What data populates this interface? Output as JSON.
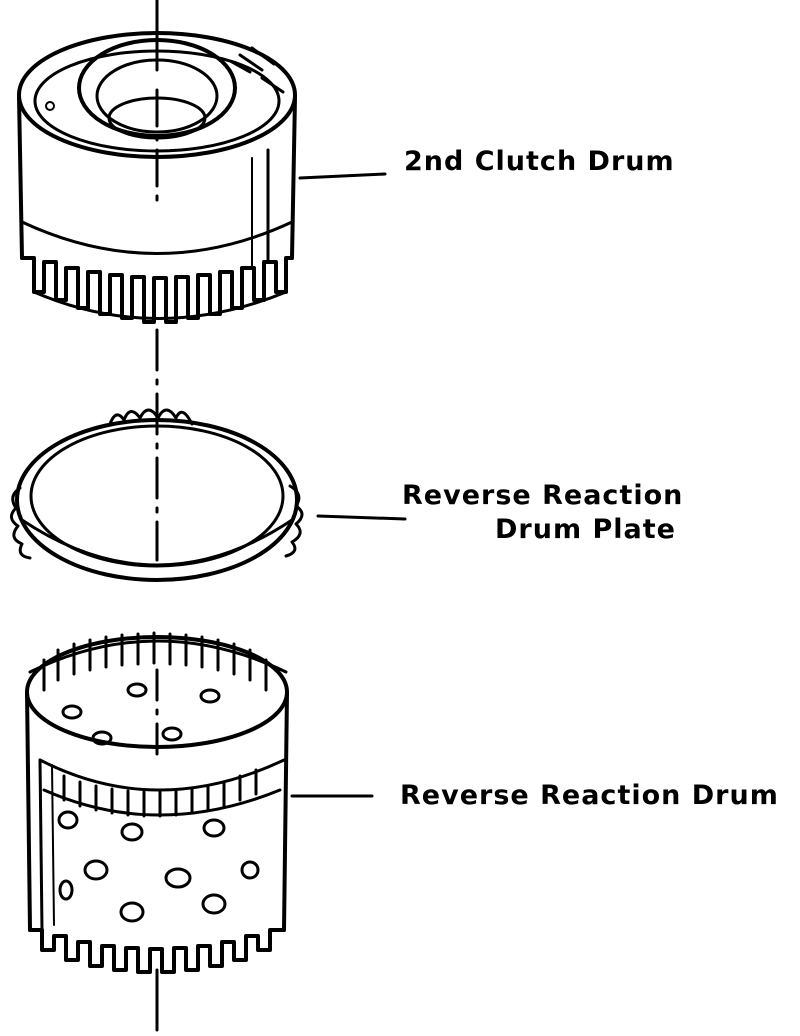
{
  "labels": {
    "second_clutch_drum": "2nd Clutch Drum",
    "reverse_reaction_drum_plate_line1": "Reverse Reaction",
    "reverse_reaction_drum_plate_line2": "Drum Plate",
    "reverse_reaction_drum": "Reverse Reaction Drum"
  },
  "colors": {
    "ink": "#000000",
    "paper": "#ffffff"
  }
}
